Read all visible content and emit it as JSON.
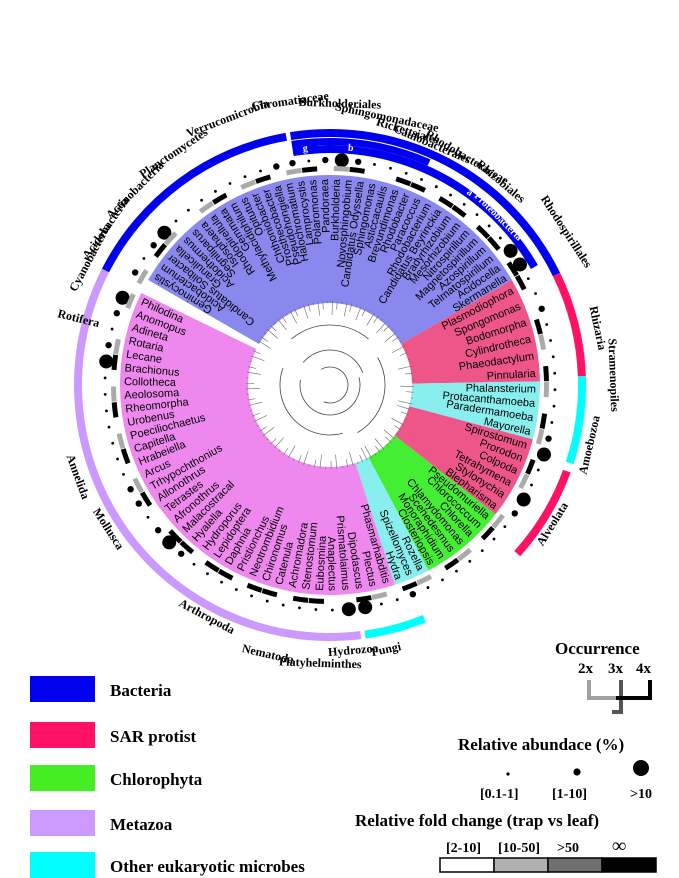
{
  "ring_labels": [
    {
      "text": "Cyanobacteria",
      "angle": -62,
      "r": 268
    },
    {
      "text": "Acidobacteria",
      "angle": -55,
      "r": 270
    },
    {
      "text": "Actinobacteria",
      "angle": -45,
      "r": 272
    },
    {
      "text": "Planctomycetes",
      "angle": -34,
      "r": 276
    },
    {
      "text": "Verrucomicrobia",
      "angle": -21,
      "r": 282
    },
    {
      "text": "Chromatiaceae",
      "angle": -8,
      "r": 283
    },
    {
      "text": "Burkholderiales",
      "angle": 2,
      "r": 278
    },
    {
      "text": "Sphingomonadaceae",
      "angle": 12,
      "r": 270
    },
    {
      "text": "Rickettsiales",
      "angle": 17,
      "r": 262
    },
    {
      "text": "Caulobacterales",
      "angle": 23,
      "r": 258
    },
    {
      "text": "Rhodobacteraceae",
      "angle": 31,
      "r": 262
    },
    {
      "text": "Rhizobiales",
      "angle": 40,
      "r": 262
    },
    {
      "text": "Rhodospirillales",
      "angle": 57,
      "r": 278
    },
    {
      "text": "Rhizaria",
      "angle": 78,
      "r": 270
    },
    {
      "text": "Stramenopiles",
      "angle": 88,
      "r": 280
    },
    {
      "text": "Amoebozoa",
      "angle": 103,
      "r": 270
    },
    {
      "text": "Alveolata",
      "angle": 122,
      "r": 266
    },
    {
      "text": "Fungi",
      "angle": 168,
      "r": 274
    },
    {
      "text": "Hydrozoa",
      "angle": 175,
      "r": 270
    },
    {
      "text": "Platyhelminthes",
      "angle": 182,
      "r": 282
    },
    {
      "text": "Nematoda",
      "angle": 193,
      "r": 280
    },
    {
      "text": "Arthropoda",
      "angle": 208,
      "r": 266
    },
    {
      "text": "Mollusca",
      "angle": 237,
      "r": 268
    },
    {
      "text": "Annelida",
      "angle": 250,
      "r": 272
    },
    {
      "text": "Rotifera",
      "angle": 284,
      "r": 260
    }
  ],
  "inner_labels": [
    {
      "text": "Proteobacteria",
      "angle": 45
    },
    {
      "text": "a",
      "angle": 36
    },
    {
      "text": "b",
      "angle": 5
    },
    {
      "text": "g",
      "angle": -6
    }
  ],
  "leaves": {
    "bacteria": [
      "Geminocystis",
      "Acidobacterium",
      "Candidatus Solibacter",
      "Granulicella",
      "Acidothermus",
      "Segniliparus",
      "Isosphaera",
      "Rhodopirellula",
      "Gemmata",
      "Methylacidiphilum",
      "Opitutus",
      "Chthoniobacter",
      "Prosthecobacter",
      "Pseudohongiella",
      "Halochromatium",
      "Lamprocystis",
      "Polaromonas",
      "Pandoraea",
      "Burkholderia",
      "Novosphingobium",
      "Candidatus Odyssella",
      "Sphingomonas",
      "Asticcacaulis",
      "Brevundimonas",
      "Rhodobacter",
      "Paracoccus",
      "Rhodobacterium",
      "Candidatus Beyrinckia",
      "Bradyrhizobium",
      "Mesorhizobium",
      "Nitrospirillum",
      "Magnetospirillum",
      "Azospirillum",
      "Telmatospirillum",
      "Acidocella",
      "Skermanella"
    ],
    "sar": [
      "Plasmodiophora",
      "Spongomonas",
      "Bodomorpha",
      "Cylindrotheca",
      "Phaeodactylum",
      "Pinnularia"
    ],
    "amoebozoa": [
      "Phalansterium",
      "Protacanthamoeba",
      "Paradermamoeba",
      "Mayorella"
    ],
    "alveolata": [
      "Spirostomum",
      "Prorodon",
      "Colpoda",
      "Tetrahymena",
      "Stylonychia",
      "Blepharisma"
    ],
    "chlorophyta": [
      "Pseudomuriella",
      "Chlorococcum",
      "Chlorella",
      "Chlamydomonas",
      "Scenedesmus",
      "Monoraphidium",
      "Closteriopsis"
    ],
    "other": [
      "Rozella",
      "Spizellomyces",
      "Hydra"
    ],
    "metazoa": [
      "Phasmarhabditis",
      "Plectus",
      "Dipodascus",
      "Prismatolaimus",
      "Anaplectus",
      "Eubosmina",
      "Stenostomum",
      "Achromadora",
      "Catenula",
      "Chironomus",
      "Neotrombidium",
      "Pristionchus",
      "Daphnia",
      "Lepidoptera",
      "Hydroporus",
      "Hyalella",
      "Malacostracal",
      "Afronothrus",
      "Tetrastes",
      "Allonothrus",
      "Trhypochthonius",
      "Arcus",
      "Hrabeiella",
      "Capitella",
      "Poeciliochaetus",
      "Urobenus",
      "Rheomorpha",
      "Aeolosoma",
      "Collotheca",
      "Brachionus",
      "Lecane",
      "Rotaria",
      "Adineta",
      "Anomopus",
      "Philodina"
    ]
  },
  "legend": {
    "groups": [
      {
        "label": "Bacteria",
        "color": "#0000ee"
      },
      {
        "label": "SAR protist",
        "color": "#ff1166"
      },
      {
        "label": "Chlorophyta",
        "color": "#44ee22"
      },
      {
        "label": "Metazoa",
        "color": "#cc99ff"
      },
      {
        "label": "Other eukaryotic microbes",
        "color": "#00ffff"
      }
    ],
    "occurrence_title": "Occurrence",
    "occurrence_labels": [
      "2x",
      "3x",
      "4x"
    ],
    "abundance_title": "Relative abundace (%)",
    "abundance_labels": [
      "[0.1-1]",
      "[1-10]",
      ">10"
    ],
    "fold_title": "Relative fold change (trap vs leaf)",
    "fold_labels": [
      "[2-10]",
      "[10-50]",
      ">50",
      "∞"
    ],
    "fold_colors": [
      "#ffffff",
      "#b0b0b0",
      "#707070",
      "#000000"
    ]
  }
}
